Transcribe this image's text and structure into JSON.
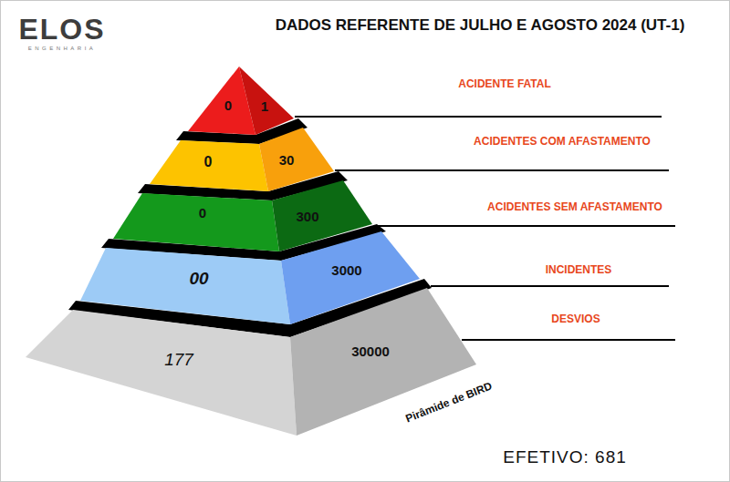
{
  "diagram": {
    "title": "DADOS REFERENTE DE JULHO E AGOSTO 2024 (UT-1)",
    "nodes": [
      {
        "text": [
          "0"
        ]
      },
      {
        "text": [
          "1"
        ]
      },
      {
        "text": [
          "0"
        ]
      },
      {
        "text": [
          "30"
        ]
      },
      {
        "text": [
          "0"
        ]
      },
      {
        "text": [
          "300"
        ]
      },
      {
        "text": [
          "00"
        ]
      },
      {
        "text": [
          "3000"
        ]
      },
      {
        "text": [
          "177"
        ]
      },
      {
        "text": [
          "30000"
        ]
      }
    ],
    "labels": [
      "ELOS",
      "ENGENHARIA",
      "ACIDENTE FATAL",
      "ACIDENTES COM AFASTAMENTO",
      "ACIDENTES SEM AFASTAMENTO",
      "INCIDENTES",
      "DESVIOS",
      "Pirâmide de BIRD",
      "EFETIVO: 681"
    ]
  }
}
